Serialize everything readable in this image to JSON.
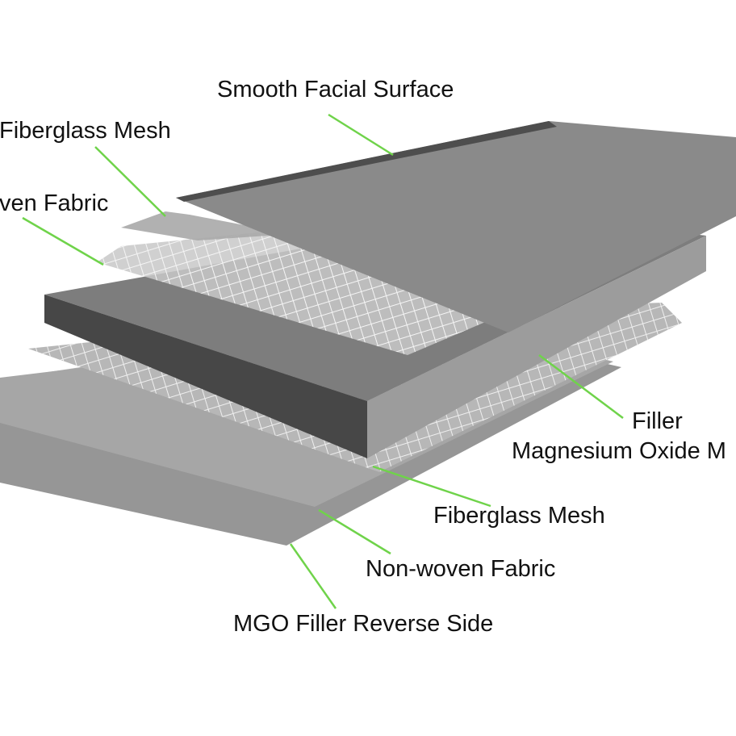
{
  "diagram": {
    "labels": {
      "smooth_facial_surface": "Smooth Facial Surface",
      "fiberglass_mesh_top": "Fiberglass Mesh",
      "nonwoven_fabric_top": "ven Fabric",
      "filler": "Filler",
      "magnesium_oxide": "Magnesium Oxide M",
      "fiberglass_mesh_bottom": "Fiberglass Mesh",
      "nonwoven_fabric_bottom": "Non-woven Fabric",
      "mgo_reverse": "MGO Filler Reverse Side"
    },
    "colors": {
      "leader": "#6fd34a",
      "board_light": "#8a8a8a",
      "board_dark": "#555555",
      "core_top": "#7c7c7c",
      "core_front": "#4a4a4a",
      "fabric": "#a4a4a4",
      "mesh_line": "#f4f4f4"
    }
  }
}
